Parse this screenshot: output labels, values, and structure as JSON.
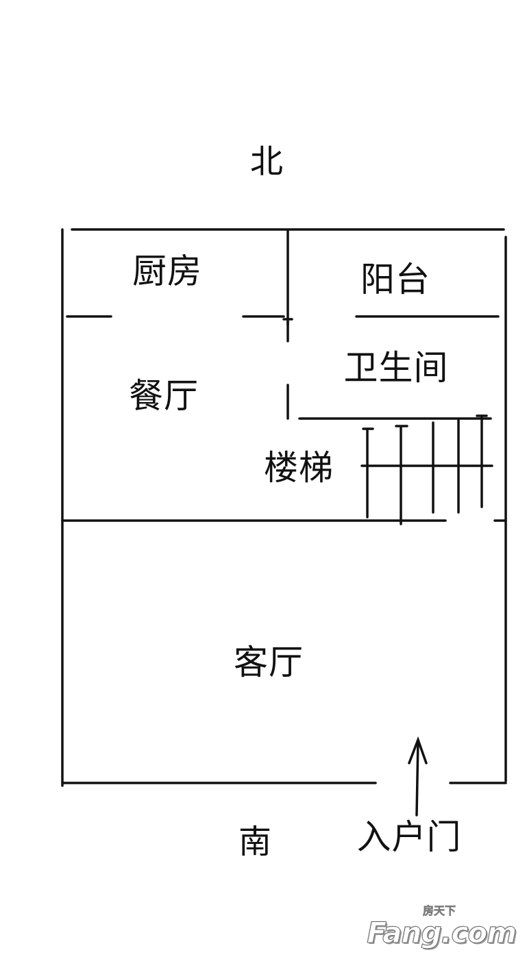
{
  "compass": {
    "north": "北",
    "south": "南"
  },
  "rooms": {
    "kitchen": "厨房",
    "balcony": "阳台",
    "bathroom": "卫生间",
    "dining": "餐厅",
    "stairs": "楼梯",
    "living": "客厅"
  },
  "entrance": {
    "label": "入户门"
  },
  "watermark": {
    "brand": "Fang.com",
    "cn": "房天下"
  },
  "colors": {
    "ink": "#111111",
    "background": "#ffffff"
  }
}
